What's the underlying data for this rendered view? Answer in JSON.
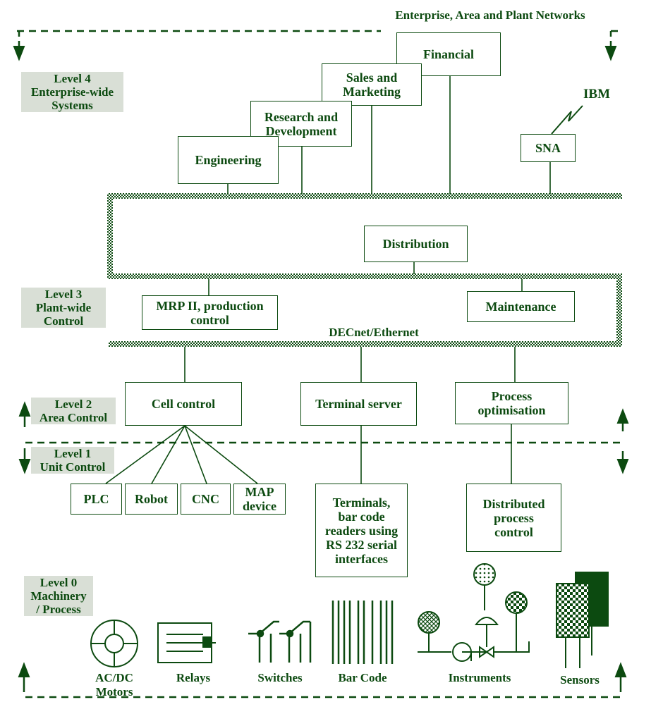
{
  "network_top_label": "Enterprise,  Area and Plant Networks",
  "levels": {
    "level4": "Level  4\nEnterprise-wide\nSystems",
    "level3": "Level  3\nPlant-wide\nControl",
    "level2": "Level  2\nArea Control",
    "level1": "Level  1\nUnit Control",
    "level0": "Level  0\nMachinery\n/ Process"
  },
  "enterprise_systems": {
    "engineering": "Engineering",
    "research": "Research and\nDevelopment",
    "sales": "Sales and\nMarketing",
    "financial": "Financial",
    "sna": "SNA",
    "ibm": "IBM"
  },
  "plant_systems": {
    "distribution": "Distribution",
    "mrp": "MRP II, production\ncontrol",
    "maintenance": "Maintenance",
    "decnet": "DECnet/Ethernet"
  },
  "area_systems": {
    "cell_control": "Cell control",
    "terminal_server": "Terminal server",
    "process_optimisation": "Process\noptimisation"
  },
  "unit_devices": {
    "plc": "PLC",
    "robot": "Robot",
    "cnc": "CNC",
    "map_device": "MAP\ndevice",
    "terminals": "Terminals,\nbar code\nreaders using\nRS 232 serial\ninterfaces",
    "distributed_control": "Distributed\nprocess\ncontrol"
  },
  "machinery": {
    "motors": "AC/DC\nMotors",
    "relays": "Relays",
    "switches": "Switches",
    "bar_code": "Bar Code",
    "instruments": "Instruments",
    "sensors": "Sensors"
  },
  "colors": {
    "ink": "#0c4a10",
    "level_bg": "#d9dfd6"
  }
}
